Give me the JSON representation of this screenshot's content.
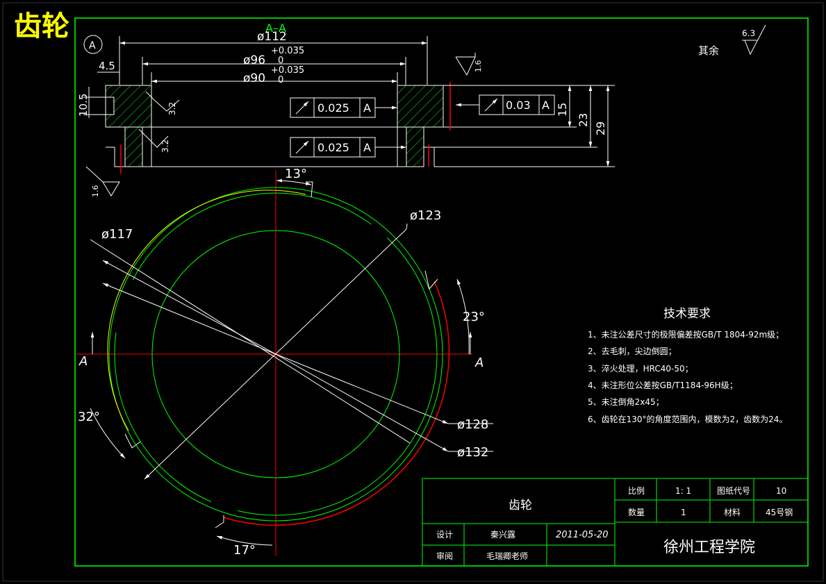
{
  "title": "齿轮",
  "section_label": "A–A",
  "datum": "A",
  "cut_labels": [
    "A",
    "A"
  ],
  "roughness": {
    "general": "6.3",
    "general_label": "其余",
    "top_face": "1.6",
    "bottom_face": "1.6",
    "bore_upper": "3.2",
    "bore_lower": "3.2"
  },
  "dimensions": {
    "d112": "ø112",
    "d96": "ø96",
    "d96_tol_upper": "+0.035",
    "d96_tol_lower": "0",
    "d90": "ø90",
    "d90_tol_upper": "+0.035",
    "d90_tol_lower": "0",
    "left_offset": "4.5",
    "left_height": "10.5",
    "h15": "15",
    "h23": "23",
    "h29": "29",
    "d117": "ø117",
    "d123": "ø123",
    "d128": "ø128",
    "d132": "ø132",
    "ang13": "13°",
    "ang23": "23°",
    "ang32": "32°",
    "ang17": "17°"
  },
  "tolerance_frames": [
    {
      "value": "0.025",
      "datum": "A"
    },
    {
      "value": "0.025",
      "datum": "A"
    },
    {
      "value": "0.03",
      "datum": "A"
    }
  ],
  "requirements": {
    "heading": "技术要求",
    "items": [
      "1、未注公差尺寸的极限偏差按GB/T 1804-92m级；",
      "2、去毛刺，尖边倒圆；",
      "3、淬火处理，HRC40-50；",
      "4、未注形位公差按GB/T1184-96H级；",
      "5、未注倒角2x45；",
      "6、齿轮在130°的角度范围内，模数为2，齿数为24。"
    ]
  },
  "title_block": {
    "part_name": "齿轮",
    "scale_label": "比例",
    "scale_value": "1: 1",
    "drawing_no_label": "图纸代号",
    "drawing_no_value": "10",
    "qty_label": "数量",
    "qty_value": "1",
    "material_label": "材料",
    "material_value": "45号钢",
    "design_label": "设计",
    "designer": "秦兴露",
    "date": "2011-05-20",
    "review_label": "审阅",
    "reviewer": "毛瑞卿老师",
    "school": "徐州工程学院"
  },
  "colors": {
    "background": "#000000",
    "frame": "#00ff00",
    "lines": "#ffffff",
    "center": "#ff0000",
    "gear": "#ff0000",
    "highlight": "#ffff00"
  }
}
